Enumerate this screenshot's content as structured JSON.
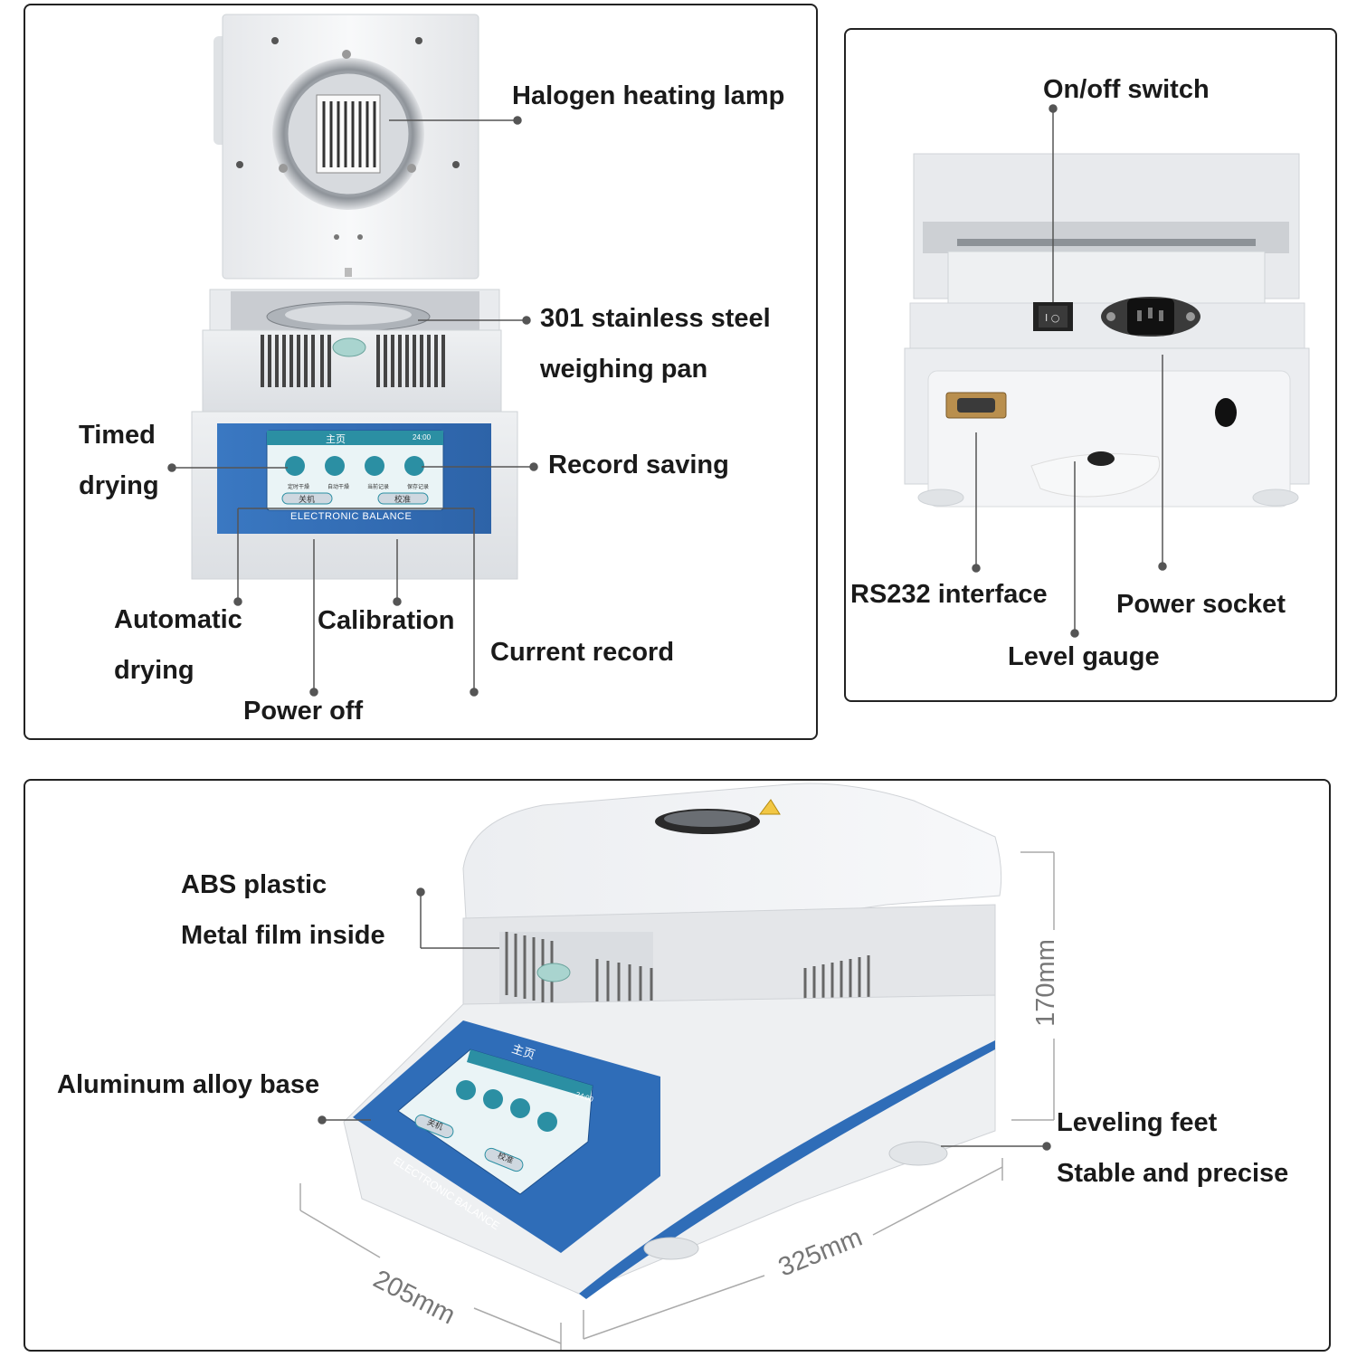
{
  "panel_top_left": {
    "labels": {
      "halogen": "Halogen heating lamp",
      "pan_line1": "301 stainless steel",
      "pan_line2": "weighing pan",
      "timed_line1": "Timed",
      "timed_line2": "drying",
      "record_saving": "Record saving",
      "auto_line1": "Automatic",
      "auto_line2": "drying",
      "calibration": "Calibration",
      "current_record": "Current record",
      "power_off": "Power off"
    },
    "device": {
      "brand_text": "ELECTRONIC BALANCE",
      "screen_title": "主页",
      "screen_time": "24:00",
      "screen_icons": [
        "定时干燥",
        "自动干燥",
        "当前记录",
        "保存记录"
      ],
      "screen_btn_off": "关机",
      "screen_btn_cal": "校准"
    }
  },
  "panel_top_right": {
    "labels": {
      "onoff": "On/off switch",
      "rs232": "RS232 interface",
      "power_socket": "Power socket",
      "level_gauge": "Level gauge"
    }
  },
  "panel_bottom": {
    "labels": {
      "abs_line1": "ABS plastic",
      "abs_line2": "Metal film inside",
      "aluminum": "Aluminum alloy base",
      "feet_line1": "Leveling feet",
      "feet_line2": "Stable and precise"
    },
    "dimensions": {
      "height": "170mm",
      "depth": "205mm",
      "width": "325mm"
    },
    "device": {
      "brand_text": "ELECTRONIC BALANCE",
      "screen_title": "主页",
      "screen_time": "24:00",
      "screen_btn_off": "关机",
      "screen_btn_cal": "校准"
    }
  },
  "colors": {
    "panel_blue": "#2f6db8",
    "screen_teal": "#2b8fa3",
    "body_white": "#f2f3f5",
    "leader_gray": "#555555"
  }
}
